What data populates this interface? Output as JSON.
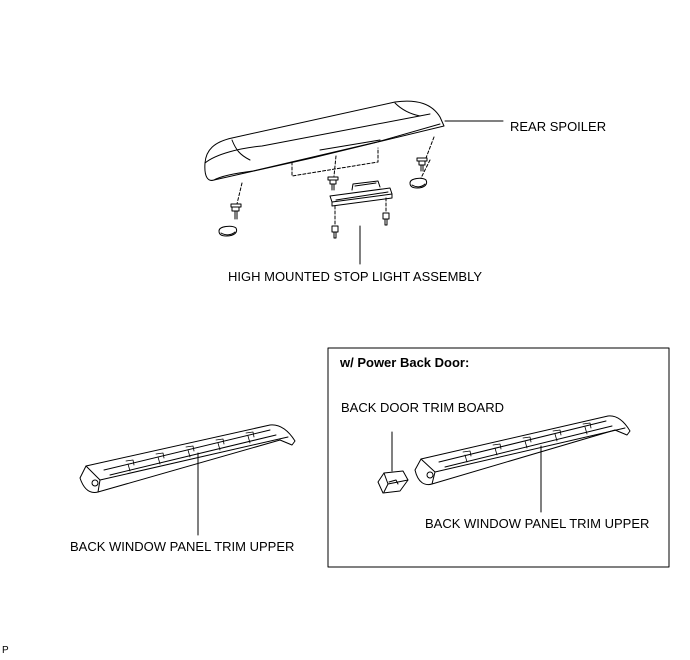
{
  "labels": {
    "rear_spoiler": "REAR SPOILER",
    "high_mounted_stop_light": "HIGH MOUNTED STOP LIGHT ASSEMBLY",
    "back_window_trim_left": "BACK WINDOW PANEL TRIM UPPER",
    "inset_title": "w/ Power Back Door:",
    "back_door_trim_board": "BACK DOOR TRIM BOARD",
    "back_window_trim_right": "BACK WINDOW PANEL TRIM UPPER",
    "corner_mark": "P"
  }
}
